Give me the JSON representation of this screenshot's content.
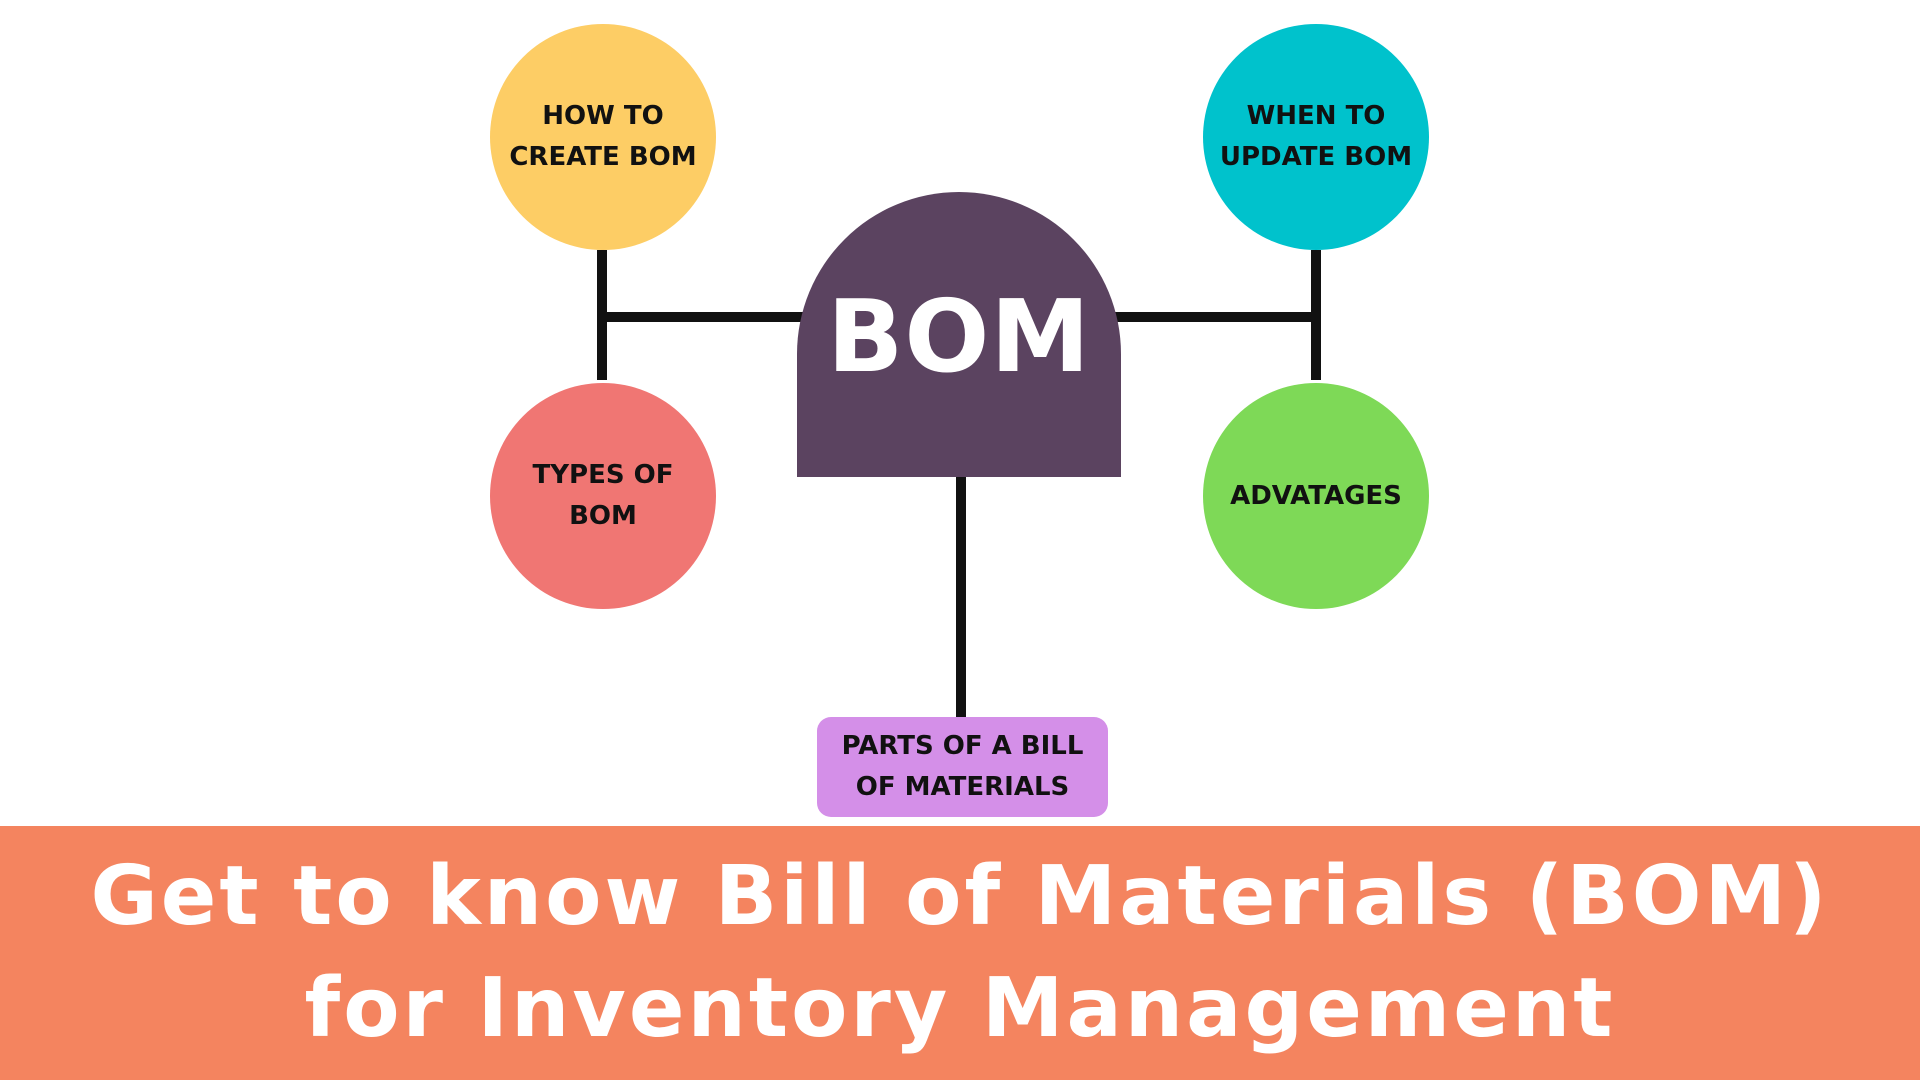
{
  "diagram": {
    "center": {
      "label": "BOM",
      "color": "#5b4360"
    },
    "nodes": {
      "how_to_create": {
        "label": "HOW TO CREATE BOM",
        "color": "#fdcd65"
      },
      "types": {
        "label": "TYPES OF BOM",
        "color": "#f07673"
      },
      "when_to_update": {
        "label": "WHEN TO UPDATE BOM",
        "color": "#00c2cc"
      },
      "advantages": {
        "label": "ADVATAGES",
        "color": "#7ed957"
      },
      "parts": {
        "label": "PARTS OF A BILL OF MATERIALS",
        "color": "#d48fe8"
      }
    },
    "connector_color": "#111111"
  },
  "banner": {
    "line1": "Get to know Bill of Materials (BOM)",
    "line2": "for Inventory Management",
    "color": "#f4845f"
  }
}
